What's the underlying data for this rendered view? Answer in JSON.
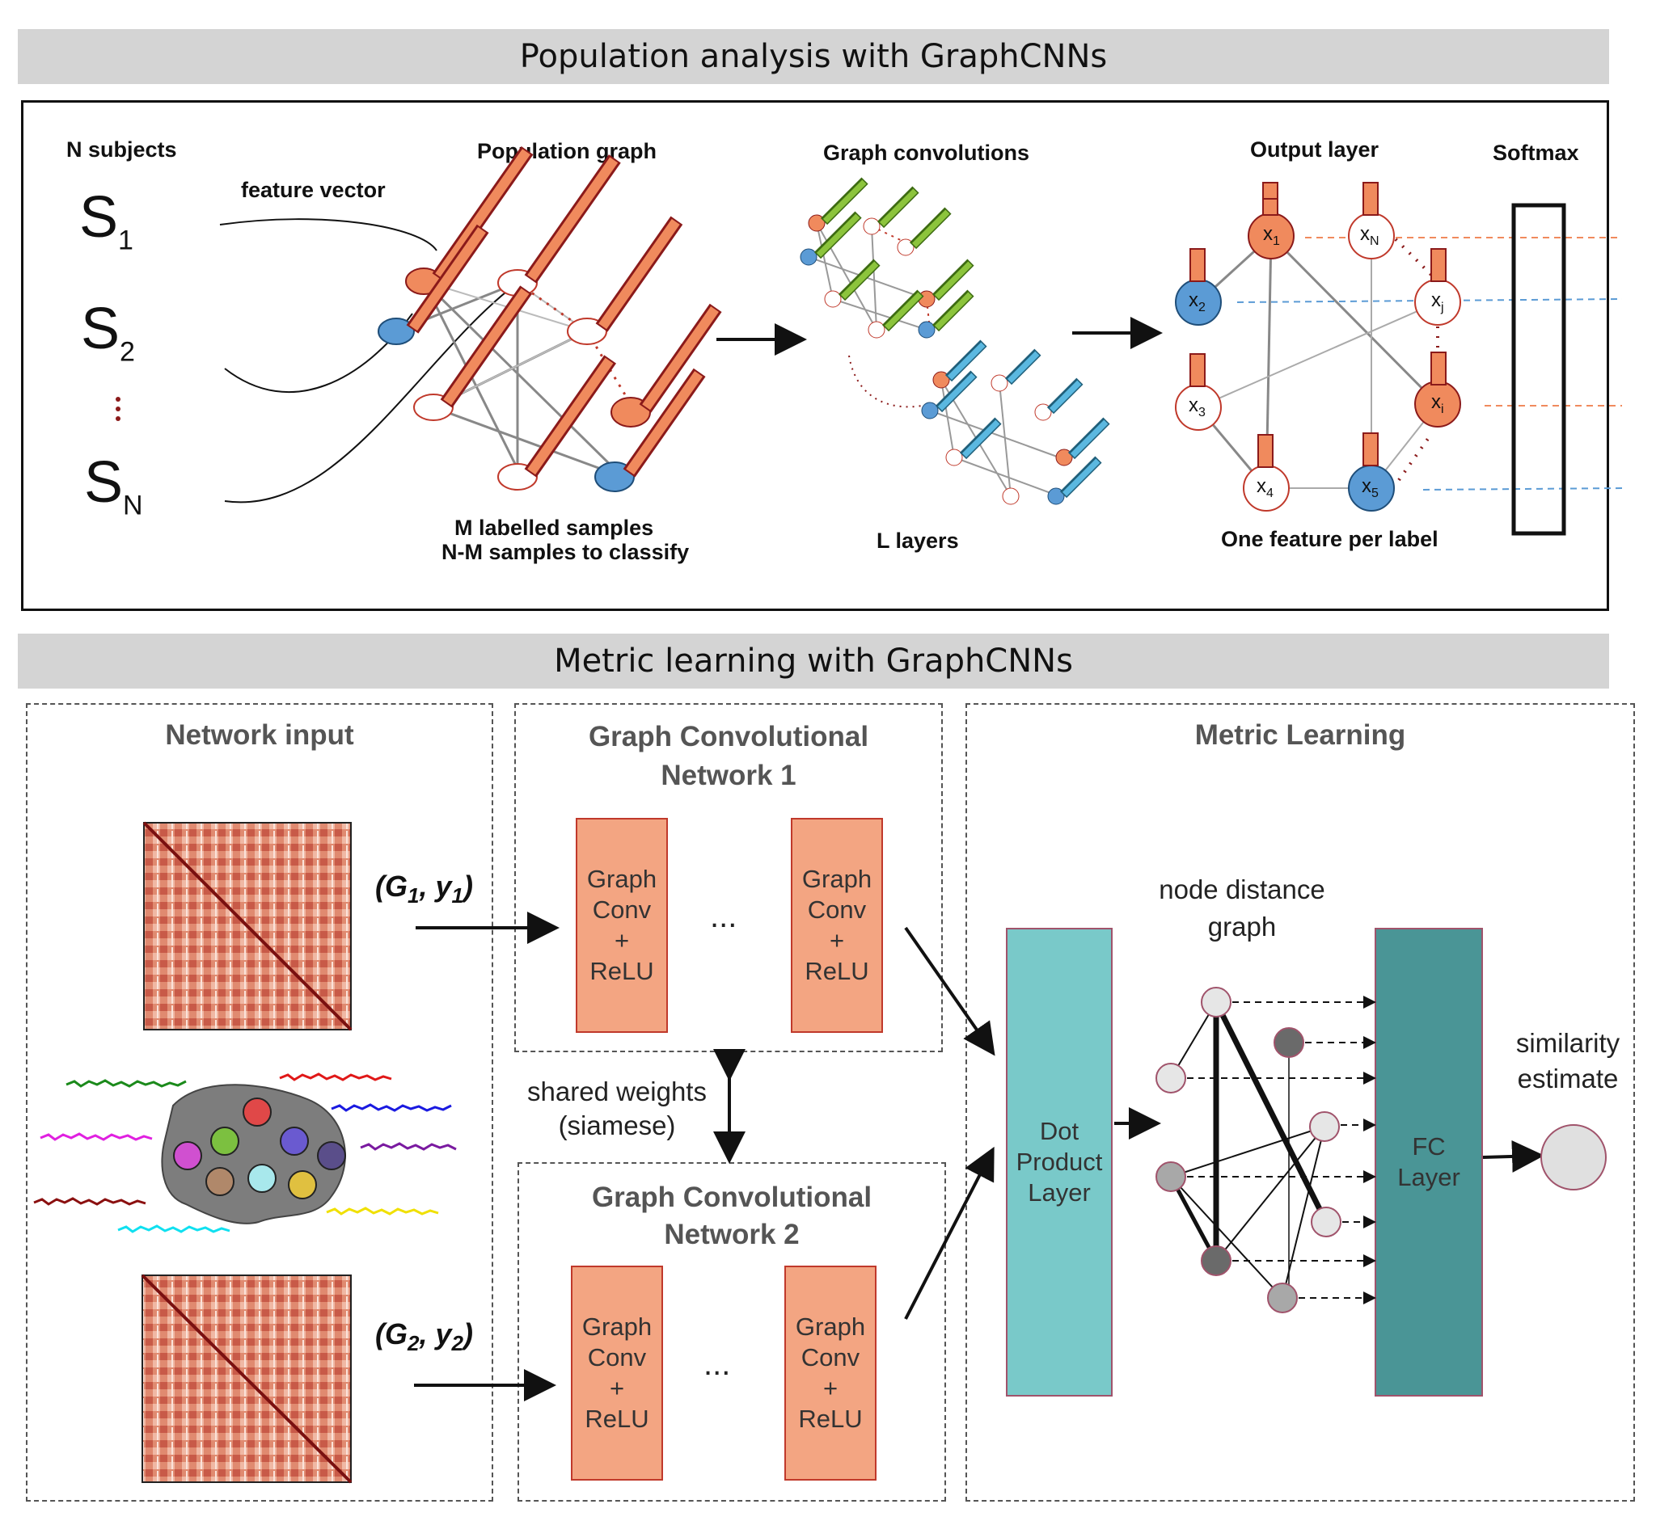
{
  "top_section": {
    "banner": "Population analysis with GraphCNNs",
    "n_subjects": "N subjects",
    "subjects": [
      {
        "letter": "S",
        "sub": "1"
      },
      {
        "letter": "S",
        "sub": "2"
      },
      {
        "letter": "S",
        "sub": "N"
      }
    ],
    "feature_vector": "feature vector",
    "population_graph": "Population graph",
    "labelled_line1": "M labelled samples",
    "labelled_line2": "N-M samples to classify",
    "graph_convolutions": "Graph convolutions",
    "l_layers": "L layers",
    "output_layer": "Output layer",
    "softmax": "Softmax",
    "one_feature": "One feature per label",
    "nodes": {
      "x1": "x",
      "x1s": "1",
      "x2": "x",
      "x2s": "2",
      "x3": "x",
      "x3s": "3",
      "x4": "x",
      "x4s": "4",
      "x5": "x",
      "x5s": "5",
      "xN": "x",
      "xNs": "N",
      "xj": "x",
      "xjs": "j",
      "xi": "x",
      "xis": "i"
    },
    "colors": {
      "orange": "#f08a5d",
      "blue": "#5b9bd5",
      "green": "#8cc43c",
      "cyan": "#5bb8e0",
      "red": "#c0392b"
    }
  },
  "bottom_section": {
    "banner": "Metric learning with GraphCNNs",
    "network_input": "Network input",
    "g1": "(G",
    "g1_sub": "1",
    "g1_y": ", y",
    "g1_ysub": "1",
    "g1_close": ")",
    "g2": "(G",
    "g2_sub": "2",
    "g2_y": ", y",
    "g2_ysub": "2",
    "g2_close": ")",
    "gcn1_title_line1": "Graph Convolutional",
    "gcn1_title_line2": "Network 1",
    "gcn2_title_line1": "Graph Convolutional",
    "gcn2_title_line2": "Network 2",
    "block_lines": [
      "Graph",
      "Conv",
      "+",
      "ReLU"
    ],
    "ellipsis": "...",
    "shared_line1": "shared weights",
    "shared_line2": "(siamese)",
    "metric_learning": "Metric Learning",
    "dot_product": [
      "Dot",
      "Product",
      "Layer"
    ],
    "node_distance_line1": "node distance",
    "node_distance_line2": "graph",
    "fc_layer": [
      "FC",
      "Layer"
    ],
    "similarity_line1": "similarity",
    "similarity_line2": "estimate",
    "colors": {
      "dot_product": "#79c9c9",
      "fc": "#4a9596",
      "block": "#f3a582"
    }
  }
}
